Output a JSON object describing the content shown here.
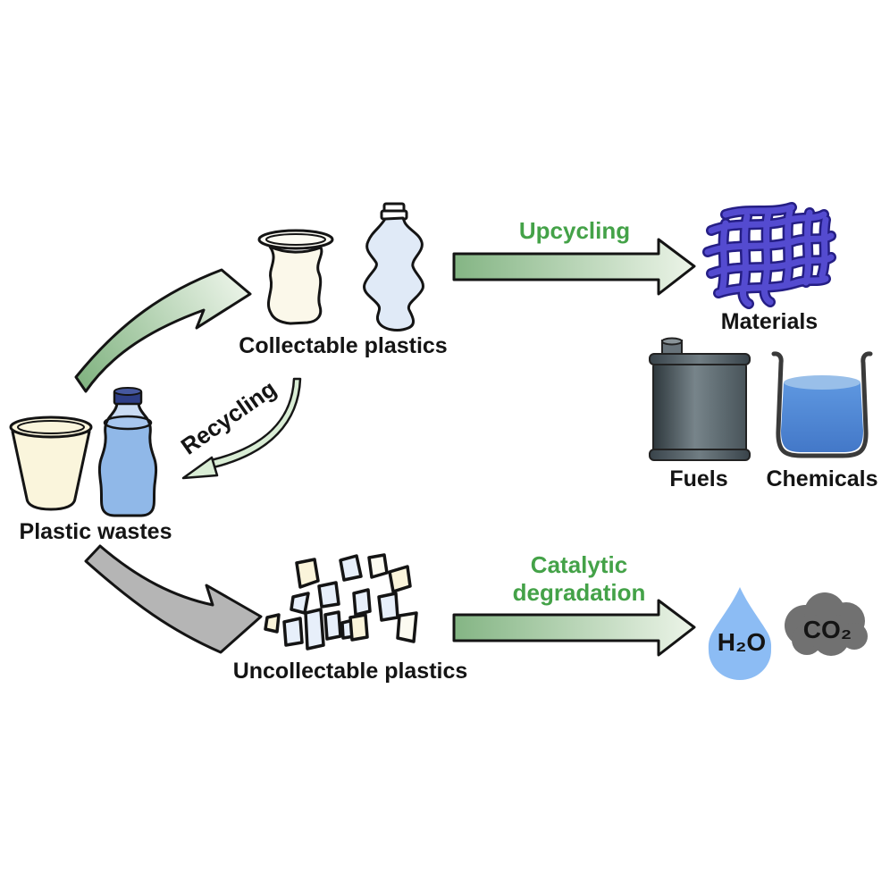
{
  "figure": {
    "nodes": {
      "plastic_wastes": {
        "label": "Plastic wastes"
      },
      "collectable": {
        "label": "Collectable plastics"
      },
      "uncollectable": {
        "label": "Uncollectable plastics"
      },
      "materials": {
        "label": "Materials"
      },
      "fuels": {
        "label": "Fuels"
      },
      "chemicals": {
        "label": "Chemicals"
      },
      "water": {
        "label": "H₂O"
      },
      "co2": {
        "label": "CO₂"
      }
    },
    "arrows": {
      "recycling": {
        "label": "Recycling"
      },
      "upcycling": {
        "label": "Upcycling"
      },
      "catalytic": {
        "label_line1": "Catalytic",
        "label_line2": "degradation"
      }
    },
    "icons": [
      "paper-cup-icon",
      "water-bottle-icon",
      "crushed-cup-icon",
      "crushed-bottle-icon",
      "polymer-mesh-icon",
      "fuel-canister-icon",
      "beaker-icon",
      "plastic-fragments-icon",
      "water-droplet-icon",
      "co2-cloud-icon"
    ],
    "colors": {
      "background": "#ffffff",
      "green_text": "#44a248",
      "arrow_green_dark": "#7fb27f",
      "arrow_green_light": "#ecf4e8",
      "recycle_arrow_fill": "#d9edd5",
      "gray_arrow": "#b5b5b5",
      "cup_cream": "#faf5dc",
      "bottle_water_blue": "#90b8e8",
      "bottle_cap_navy": "#2e3e86",
      "crushed_bottle_blue": "#e0eaf7",
      "mesh_indigo": "#544bd0",
      "canister_gray": "#5d6a70",
      "beaker_liquid_blue": "#4f8ad9",
      "droplet_blue": "#8cbcf4",
      "cloud_gray": "#717171",
      "outline_black": "#141414"
    }
  }
}
